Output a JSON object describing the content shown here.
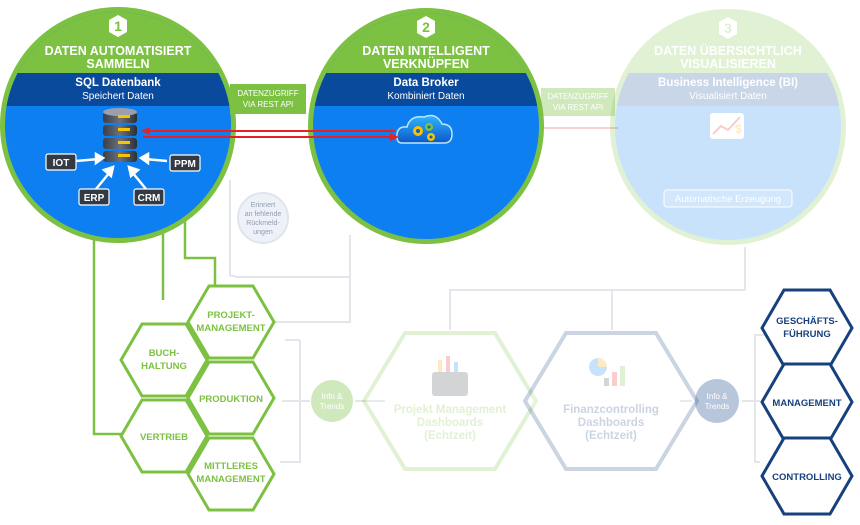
{
  "colors": {
    "green": "#7cc142",
    "dark_blue": "#0a4a9c",
    "blue": "#0d7ff0",
    "red": "#e52127",
    "navy": "#16417d"
  },
  "stages": [
    {
      "number": "1",
      "title_line1": "DATEN AUTOMATISIERT",
      "title_line2": "SAMMELN",
      "band_title": "SQL Datenbank",
      "band_subtitle": "Speichert Daten",
      "icon": "database-icon"
    },
    {
      "number": "2",
      "title_line1": "DATEN INTELLIGENT",
      "title_line2": "VERKNÜPFEN",
      "band_title": "Data Broker",
      "band_subtitle": "Kombiniert Daten",
      "icon": "cloud-gears-icon"
    },
    {
      "number": "3",
      "title_line1": "DATEN ÜBERSICHTLICH",
      "title_line2": "VISUALISIEREN",
      "band_title": "Business Intelligence (BI)",
      "band_subtitle": "Visualisiert Daten",
      "icon": "finance-chart-icon",
      "extra_label": "Automatische Erzeugung"
    }
  ],
  "sources": {
    "iot": "IOT",
    "ppm": "PPM",
    "erp": "ERP",
    "crm": "CRM"
  },
  "connectors": {
    "api1_line1": "DATENZUGRIFF",
    "api1_line2": "VIA REST API",
    "api2_line1": "DATENZUGRIFF",
    "api2_line2": "VIA REST API"
  },
  "reminder": {
    "line1": "Erinnert",
    "line2": "an fehlende",
    "line3": "Rückmeld-",
    "line4": "ungen"
  },
  "departments": {
    "projekt_line1": "PROJEKT-",
    "projekt_line2": "MANAGEMENT",
    "buch_line1": "BUCH-",
    "buch_line2": "HALTUNG",
    "produktion": "PRODUKTION",
    "vertrieb": "VERTRIEB",
    "mittleres_line1": "MITTLERES",
    "mittleres_line2": "MANAGEMENT"
  },
  "info_bubbles": {
    "left_line1": "Info &",
    "left_line2": "Trends",
    "right_line1": "Info &",
    "right_line2": "Trends"
  },
  "dashboards": {
    "pm_line1": "Projekt Management",
    "pm_line2": "Dashboards",
    "pm_line3": "(Echtzeit)",
    "fc_line1": "Finanzcontrolling",
    "fc_line2": "Dashboards",
    "fc_line3": "(Echtzeit)"
  },
  "leadership": {
    "gf_line1": "GESCHÄFTS-",
    "gf_line2": "FÜHRUNG",
    "management": "MANAGEMENT",
    "controlling": "CONTROLLING"
  }
}
